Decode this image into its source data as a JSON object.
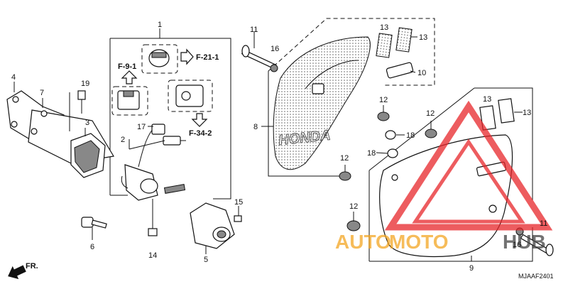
{
  "diagram": {
    "callouts": {
      "c1": "1",
      "c2": "2",
      "c3": "3",
      "c4": "4",
      "c5": "5",
      "c6": "6",
      "c7": "7",
      "c8": "8",
      "c9": "9",
      "c10": "10",
      "c11a": "11",
      "c11b": "11",
      "c12a": "12",
      "c12b": "12",
      "c12c": "12",
      "c12d": "12",
      "c13a": "13",
      "c13b": "13",
      "c13c": "13",
      "c13d": "13",
      "c14": "14",
      "c15": "15",
      "c16a": "16",
      "c16b": "16",
      "c17": "17",
      "c18a": "18",
      "c18b": "18",
      "c19": "19"
    },
    "refs": {
      "f91": "F-9-1",
      "f211": "F-21-1",
      "f342": "F-34-2"
    },
    "front_label": "FR.",
    "brand_emblem": "HONDA",
    "diagram_code": "MJAAF2401"
  },
  "watermark": {
    "part1": "AUTO",
    "part2": "MOTO",
    "part3": "HUB",
    "color_orange": "#f4a623",
    "color_red": "#e8262a",
    "color_dark": "#444444"
  }
}
